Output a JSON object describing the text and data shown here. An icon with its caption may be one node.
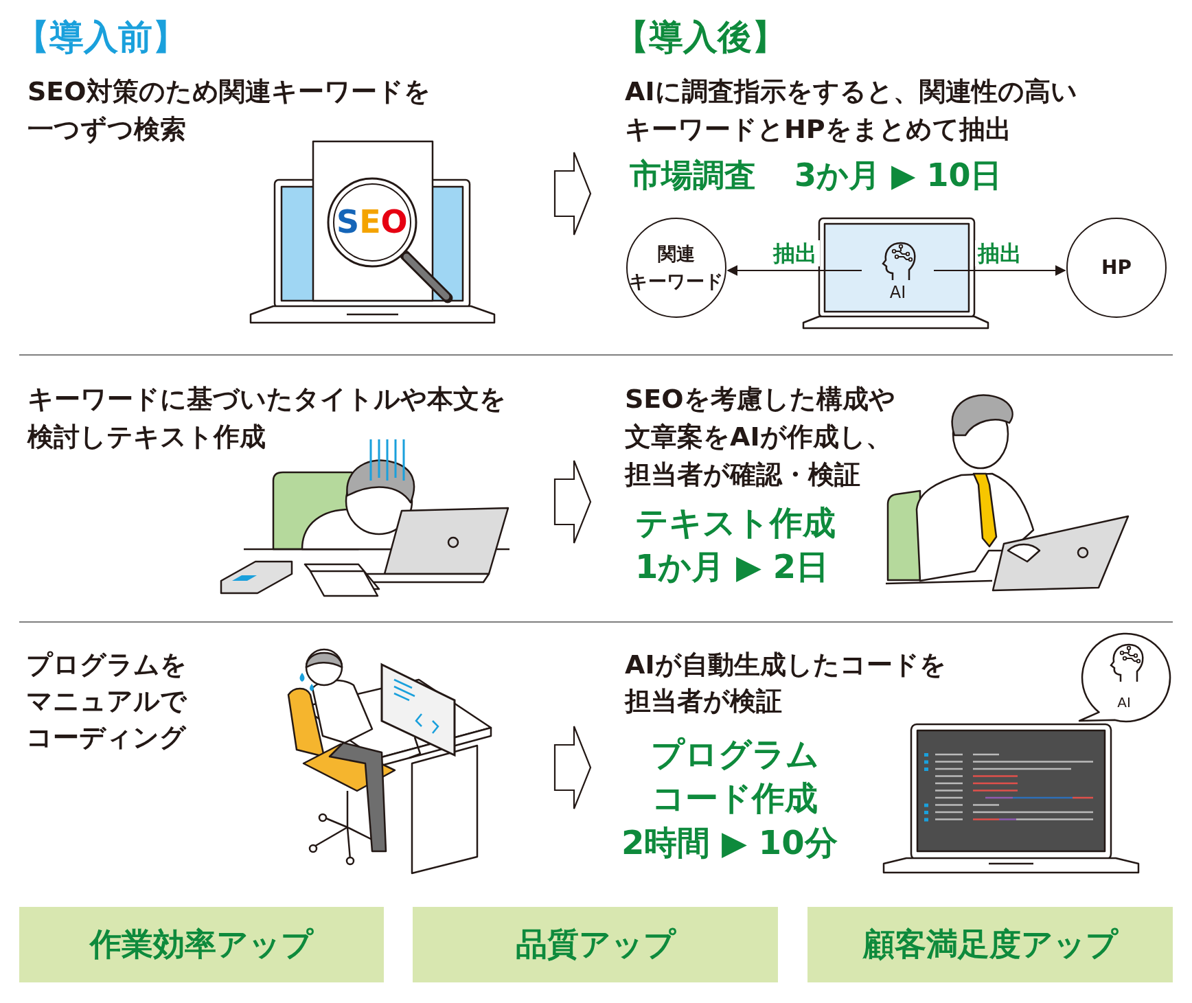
{
  "diagram": {
    "nodes": [
      {
        "text": [
          "SEO対策のため関連キーワードを一つずつ検索"
        ]
      },
      {
        "text": [
          "AIに調査指示をすると、関連性の高いキーワードとHPをまとめて抽出"
        ]
      },
      {
        "text": [
          "関連キーワード"
        ]
      },
      {
        "text": [
          "AI"
        ]
      },
      {
        "text": [
          "HP"
        ]
      },
      {
        "text": [
          "キーワードに基づいたタイトルや本文を検討しテキスト作成"
        ]
      },
      {
        "text": [
          "SEOを考慮した構成や文章案をAIが作成し、担当者が確認・検証"
        ]
      },
      {
        "text": [
          "プログラムをマニュアルでコーディング"
        ]
      },
      {
        "text": [
          "AIが自動生成したコードを担当者が検証"
        ]
      },
      {
        "text": [
          "AI"
        ]
      },
      {
        "text": [
          "作業効率アップ"
        ]
      },
      {
        "text": [
          "品質アップ"
        ]
      },
      {
        "text": [
          "顧客満足度アップ"
        ]
      }
    ],
    "edges": [
      {
        "from": 0,
        "to": 1,
        "arrow": "to",
        "style": "thick"
      },
      {
        "from": 3,
        "to": 2,
        "arrow": "to",
        "label": "抽出"
      },
      {
        "from": 3,
        "to": 4,
        "arrow": "to",
        "label": "抽出"
      },
      {
        "from": 5,
        "to": 6,
        "arrow": "to",
        "style": "thick"
      },
      {
        "from": 7,
        "to": 8,
        "arrow": "to",
        "style": "thick"
      }
    ],
    "labels": [
      "【導入前】",
      "【導入後】",
      "SEO",
      "市場調査",
      "3か月 ▶ 10日",
      "テキスト作成",
      "1か月 ▶ 2日",
      "プログラムコード作成",
      "2時間 ▶ 10分"
    ]
  }
}
